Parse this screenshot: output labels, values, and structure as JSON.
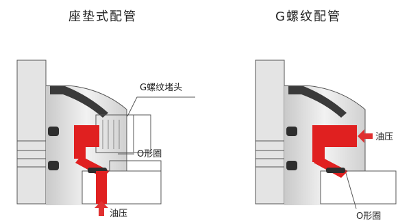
{
  "panels": [
    {
      "title": "座垫式配管",
      "labels": {
        "plug": "G螺纹堵头",
        "oring": "O形圈",
        "oil": "油压"
      }
    },
    {
      "title": "G螺纹配管",
      "labels": {
        "oil": "油压",
        "oring": "O形圈"
      }
    }
  ],
  "colors": {
    "oil": "#e02020",
    "arrow": "#e03030",
    "body_light": "#e6e6e6",
    "body_mid": "#d4d4d4",
    "body_dark": "#3a3a3a",
    "outline": "#555555"
  }
}
